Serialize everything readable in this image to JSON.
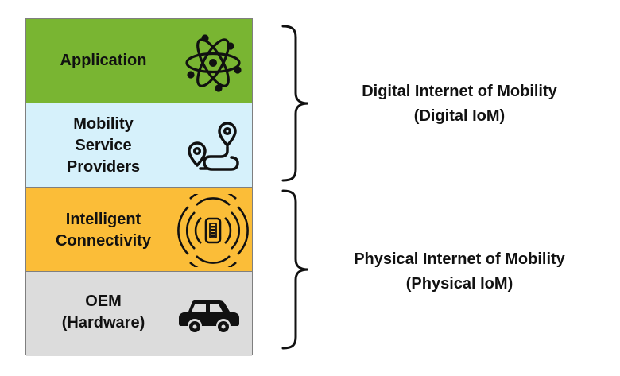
{
  "layers": [
    {
      "label": "Application",
      "color": "#79b532",
      "icon": "atom-icon"
    },
    {
      "label": "Mobility\nService\nProviders",
      "color": "#d6f1fb",
      "icon": "route-pins-icon"
    },
    {
      "label": "Intelligent\nConnectivity",
      "color": "#fbbd38",
      "icon": "wireless-signal-device-icon"
    },
    {
      "label": "OEM\n(Hardware)",
      "color": "#dcdcdc",
      "icon": "car-icon"
    }
  ],
  "groups": [
    {
      "label": "Digital Internet of Mobility\n(Digital IoM)"
    },
    {
      "label": "Physical Internet of Mobility\n(Physical IoM)"
    }
  ]
}
